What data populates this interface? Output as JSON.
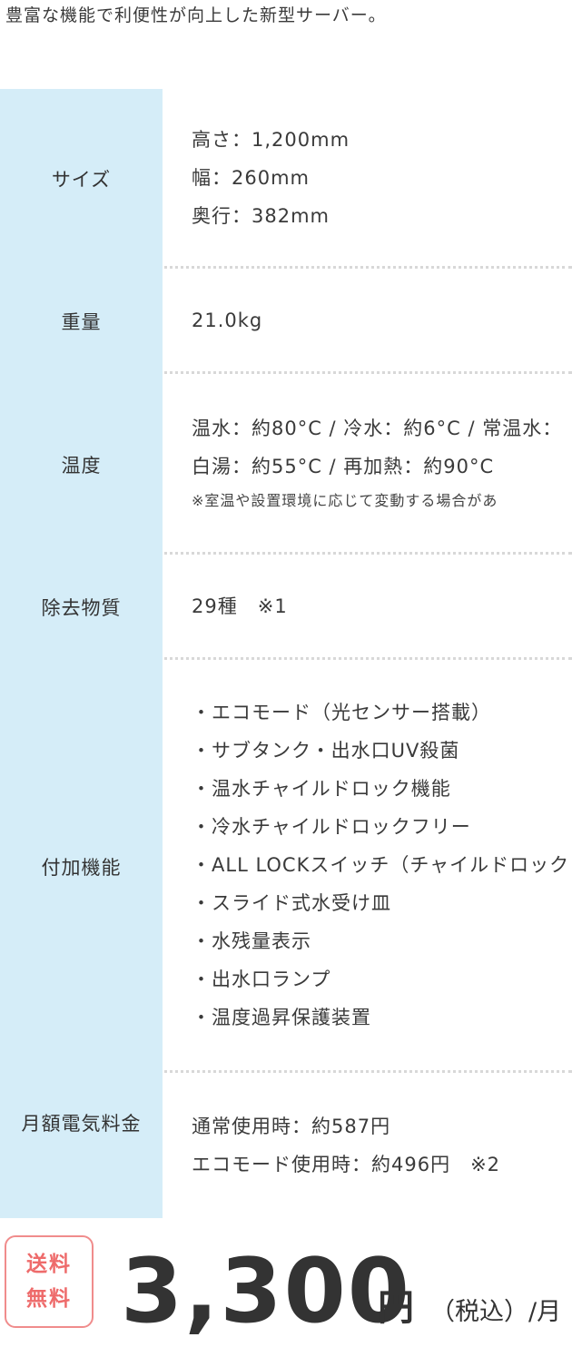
{
  "intro": "豊富な機能で利便性が向上した新型サーバー。",
  "specs": [
    {
      "label": "サイズ",
      "values": [
        "高さ：1,200mm",
        "幅：260mm",
        "奥行：382mm"
      ]
    },
    {
      "label": "重量",
      "values": [
        "21.0kg"
      ]
    },
    {
      "label": "温度",
      "values": [
        "温水：約80°C / 冷水：約6°C / 常温水：",
        "白湯：約55°C / 再加熱：約90°C"
      ],
      "note": "※室温や設置環境に応じて変動する場合があ"
    },
    {
      "label": "除去物質",
      "values": [
        "29種　※1"
      ]
    },
    {
      "label": "付加機能",
      "values": [
        "・エコモード（光センサー搭載）",
        "・サブタンク・出水口UV殺菌",
        "・温水チャイルドロック機能",
        "・冷水チャイルドロックフリー",
        "・ALL LOCKスイッチ（チャイルドロック",
        "・スライド式水受け皿",
        "・水残量表示",
        "・出水口ランプ",
        "・温度過昇保護装置"
      ]
    },
    {
      "label": "月額電気料金",
      "values": [
        "通常使用時：約587円",
        "エコモード使用時：約496円　※2"
      ]
    }
  ],
  "price": {
    "badge_line1": "送料",
    "badge_line2": "無料",
    "amount": "3,300",
    "unit": "円",
    "suffix": "（税込）/月"
  },
  "colors": {
    "label_bg": "#d5edf8",
    "badge": "#ee6b6b",
    "divider": "#d8d8d8"
  }
}
